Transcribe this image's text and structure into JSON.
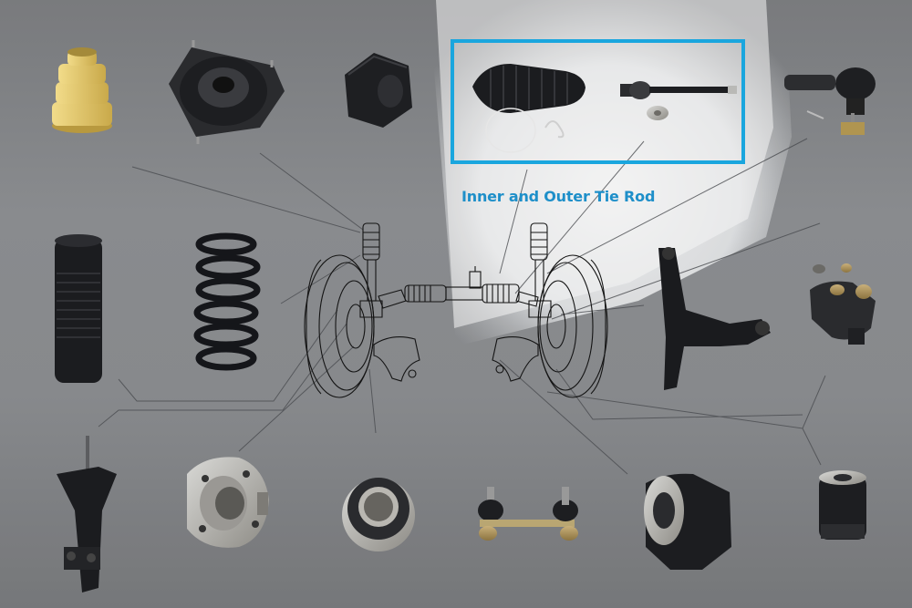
{
  "callout": {
    "label": "Inner and Outer Tie Rod"
  },
  "colors": {
    "highlight": "#1aa6de",
    "label_text": "#1e8fc9",
    "background": "#8d8f92",
    "part_black": "#1c1d20",
    "part_yellow": "#e3c766"
  },
  "parts": [
    "bump-stop",
    "strut-mount",
    "sway-bar-bushing",
    "tie-rod-boot-and-tie-rod",
    "outer-tie-rod-end",
    "strut-boot",
    "coil-spring",
    "control-arm",
    "ball-joint-kit",
    "shock-absorber",
    "wheel-hub",
    "wheel-bearing",
    "stabilizer-link",
    "control-arm-bushing",
    "rear-bushing"
  ]
}
